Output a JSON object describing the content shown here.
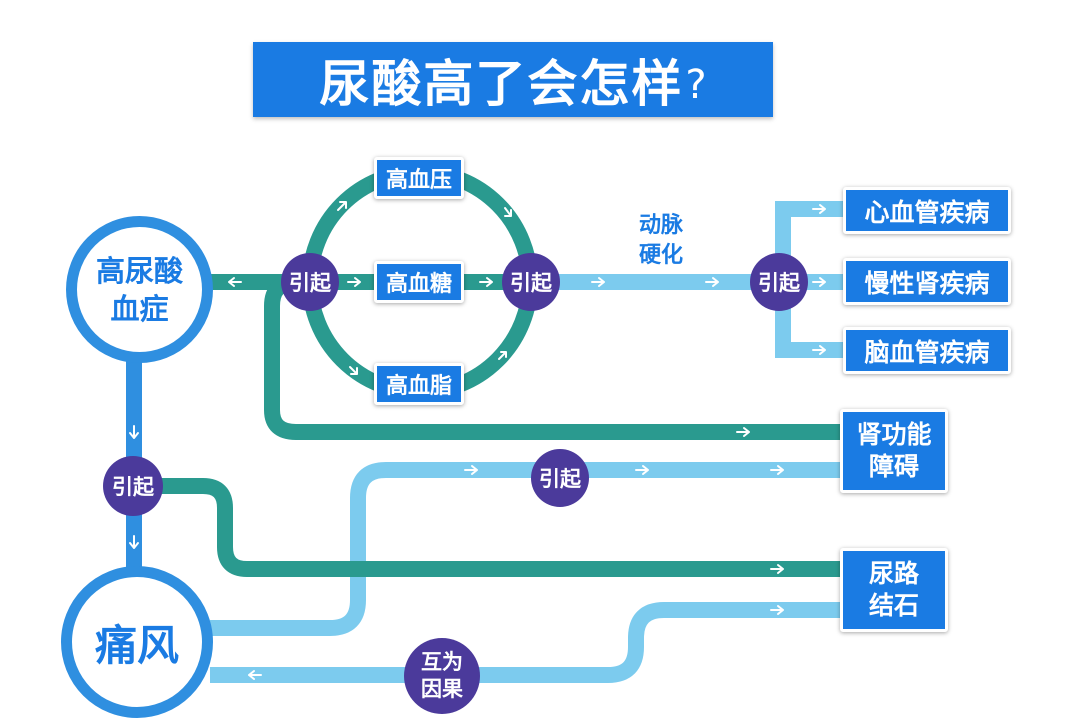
{
  "title": {
    "main": "尿酸高了会怎样",
    "question_mark": "?"
  },
  "nodes": {
    "hyperuricemia": {
      "line1": "高尿酸",
      "line2": "血症"
    },
    "gout": "痛风",
    "hypertension": "高血压",
    "hyperglycemia": "高血糖",
    "hyperlipidemia": "高血脂",
    "cardiovascular": "心血管疾病",
    "chronic_kidney": "慢性肾疾病",
    "cerebrovascular": "脑血管疾病",
    "renal_dysfunction": {
      "line1": "肾功能",
      "line2": "障碍"
    },
    "urinary_stones": {
      "line1": "尿路",
      "line2": "结石"
    }
  },
  "connectors": {
    "cause_1": "引起",
    "cause_2": "引起",
    "cause_3": "引起",
    "cause_4": "引起",
    "cause_5": "引起",
    "mutual": {
      "line1": "互为",
      "line2": "因果"
    }
  },
  "labels": {
    "arteriosclerosis": {
      "line1": "动脉",
      "line2": "硬化"
    }
  },
  "colors": {
    "title_bg": "#1a7be3",
    "box_bg": "#1a7be3",
    "teal_line": "#2a9a8f",
    "light_line": "#7ccbee",
    "blue_line": "#2f8fe0",
    "purple_node": "#4b3a9b"
  }
}
